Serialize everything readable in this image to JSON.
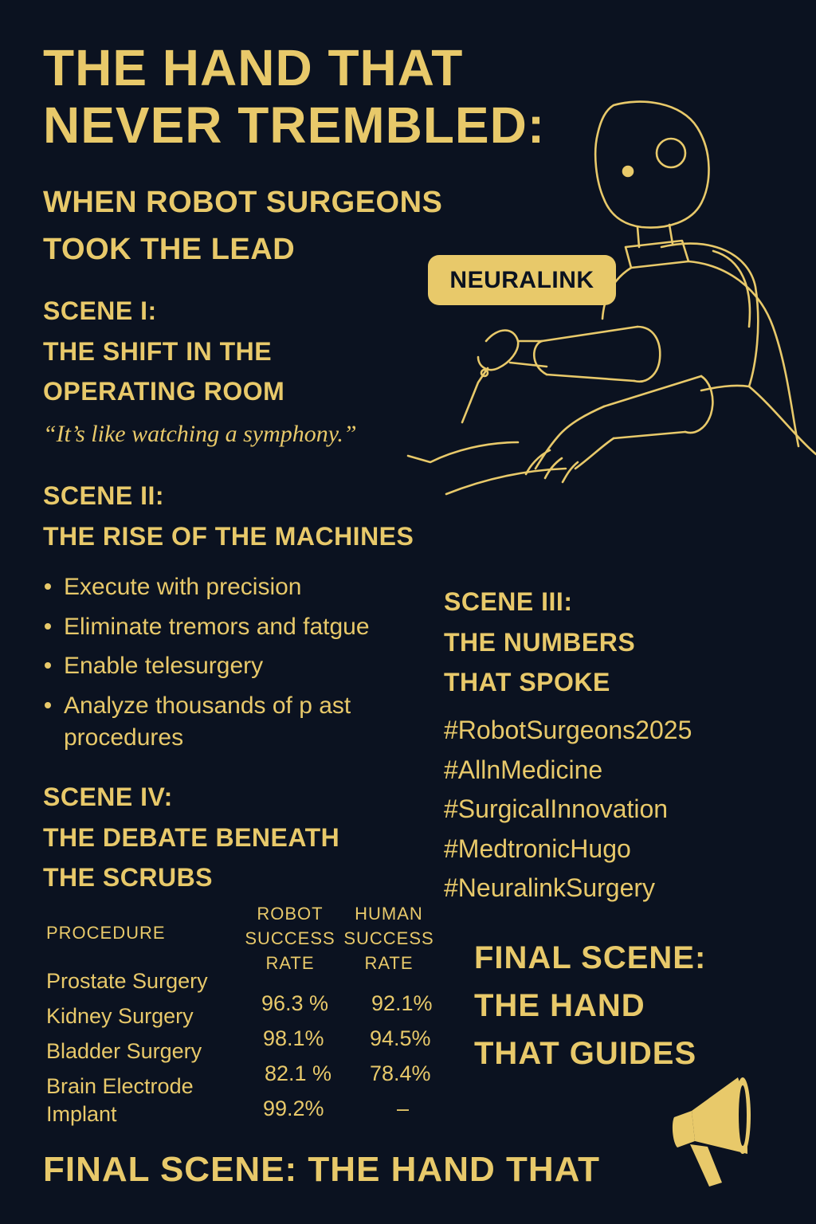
{
  "title": "THE HAND THAT\nNEVER TREMBLED:",
  "subtitle": "WHEN ROBOT SURGEONS\nTOOK THE LEAD",
  "badge": "NEURALINK",
  "scene1": {
    "heading": "SCENE I:\nTHE SHIFT IN THE\nOPERATING ROOM",
    "quote": "“It’s like watching a symphony.”"
  },
  "scene2": {
    "heading": "SCENE II:\nTHE RISE OF THE MACHINES",
    "bullets": [
      "Execute with precision",
      "Eliminate tremors and fatgue",
      "Enable telesurgery",
      "Analyze thousands of p ast\nprocedures"
    ]
  },
  "scene3": {
    "heading": "SCENE III:\nTHE NUMBERS\nTHAT SPOKE",
    "hashtags": [
      "#RobotSurgeons2025",
      "#AllnMedicine",
      "#SurgicalInnovation",
      "#MedtronicHugo",
      "#NeuralinkSurgery"
    ]
  },
  "scene4": {
    "heading": "SCENE IV:\nTHE DEBATE BENEATH\nTHE SCRUBS",
    "table": {
      "headers": [
        "PROCEDURE",
        "ROBOT\nSUCCESS\nRATE",
        "HUMAN\nSUCCESS\nRATE"
      ],
      "rows": [
        {
          "procedure": "Prostate Surgery",
          "robot": "96.3 %",
          "human": "92.1%"
        },
        {
          "procedure": "Kidney Surgery",
          "robot": "98.1%",
          "human": "94.5%"
        },
        {
          "procedure": "Bladder Surgery",
          "robot": "82.1 %",
          "human": "78.4%"
        },
        {
          "procedure": "Brain Electrode\n  Implant",
          "robot": "99.2%",
          "human": "–"
        }
      ]
    }
  },
  "final_right": "FINAL SCENE:\nTHE HAND\nTHAT GUIDES",
  "footer": "FINAL SCENE: THE HAND THAT",
  "colors": {
    "background": "#0b1220",
    "accent": "#e8c96a"
  },
  "icons": {
    "illustration": "robot-surgeon-illustration",
    "megaphone": "megaphone-icon"
  }
}
